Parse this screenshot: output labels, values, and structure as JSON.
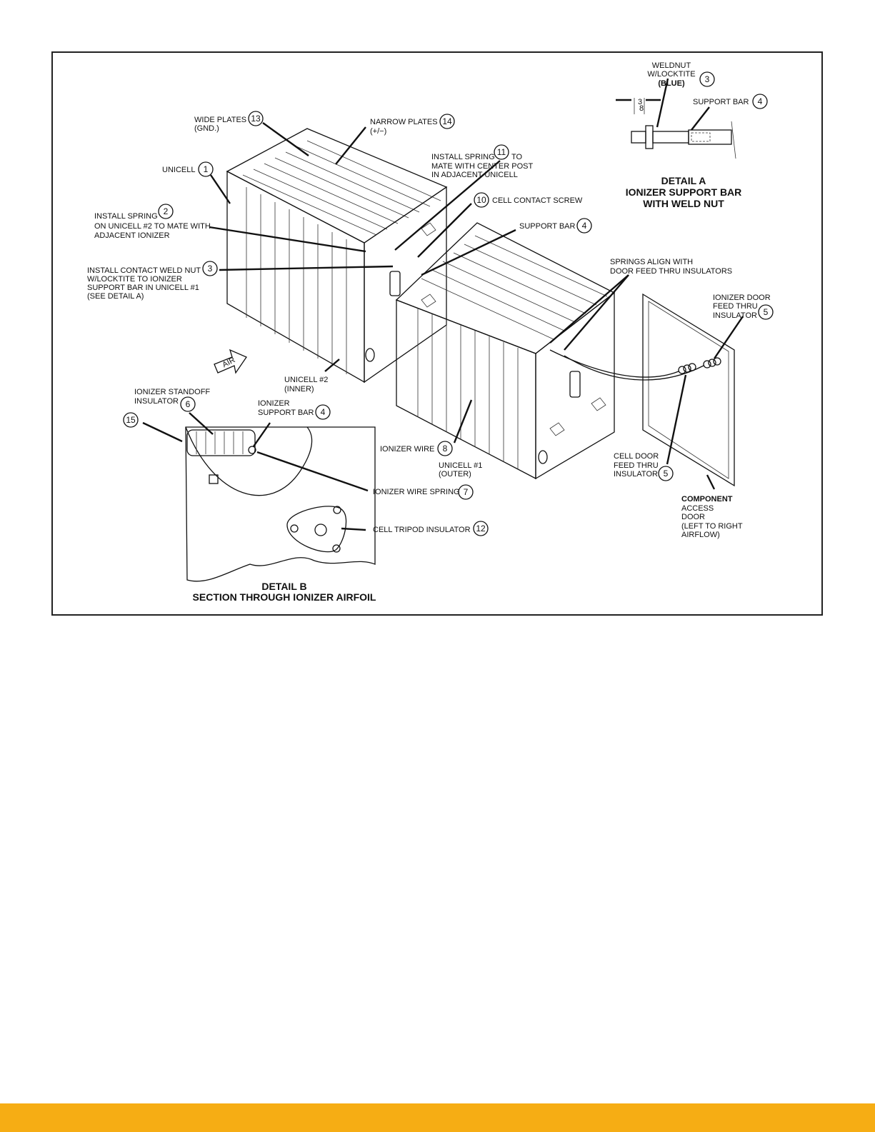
{
  "labels": {
    "weldnut": [
      "WELDNUT",
      "W/LOCKTITE",
      "(BLUE)"
    ],
    "support_bar_a": "SUPPORT BAR",
    "detail_a": [
      "DETAIL A",
      "IONIZER SUPPORT BAR",
      "WITH WELD NUT"
    ],
    "fraction_num": "3",
    "fraction_den": "8",
    "wide_plates": [
      "WIDE PLATES",
      "(GND.)"
    ],
    "narrow_plates": [
      "NARROW PLATES",
      "(+/−)"
    ],
    "install_spring_11": [
      "INSTALL SPRING",
      "TO",
      "MATE WITH CENTER POST",
      "IN ADJACENT UNICELL"
    ],
    "unicell": "UNICELL",
    "install_spring_2": [
      "INSTALL SPRING",
      "ON UNICELL #2 TO MATE WITH",
      "ADJACENT IONIZER"
    ],
    "cell_contact_screw": "CELL CONTACT SCREW",
    "support_bar_4": "SUPPORT BAR",
    "install_contact": [
      "INSTALL CONTACT WELD NUT",
      "W/LOCKTITE TO IONIZER",
      "SUPPORT BAR IN UNICELL #1",
      "(SEE DETAIL A)"
    ],
    "springs_align": [
      "SPRINGS ALIGN WITH",
      "DOOR FEED THRU INSULATORS"
    ],
    "ionizer_door_feed": [
      "IONIZER DOOR",
      "FEED THRU",
      "INSULATOR"
    ],
    "air": "AIR",
    "unicell_2": [
      "UNICELL #2",
      "(INNER)"
    ],
    "ionizer_standoff": [
      "IONIZER STANDOFF",
      "INSULATOR"
    ],
    "ionizer_support_bar": [
      "IONIZER",
      "SUPPORT BAR"
    ],
    "ionizer_wire": "IONIZER WIRE",
    "unicell_1": [
      "UNICELL #1",
      "(OUTER)"
    ],
    "cell_door_feed": [
      "CELL DOOR",
      "FEED THRU",
      "INSULATOR"
    ],
    "ionizer_wire_spring": "IONIZER WIRE SPRING",
    "component_access": [
      "COMPONENT",
      "ACCESS",
      "DOOR",
      "(LEFT TO RIGHT",
      "AIRFLOW)"
    ],
    "cell_tripod": "CELL TRIPOD INSULATOR",
    "detail_b": [
      "DETAIL B",
      "SECTION THROUGH IONIZER AIRFOIL"
    ]
  },
  "balloons": {
    "b1": "1",
    "b2": "2",
    "b3a": "3",
    "b3b": "3",
    "b4a": "4",
    "b4b": "4",
    "b4c": "4",
    "b5a": "5",
    "b5b": "5",
    "b6": "6",
    "b7": "7",
    "b8": "8",
    "b10": "10",
    "b11": "11",
    "b12": "12",
    "b13": "13",
    "b14": "14",
    "b15": "15"
  },
  "colors": {
    "footer": "#f6ad14",
    "line": "#111111"
  }
}
